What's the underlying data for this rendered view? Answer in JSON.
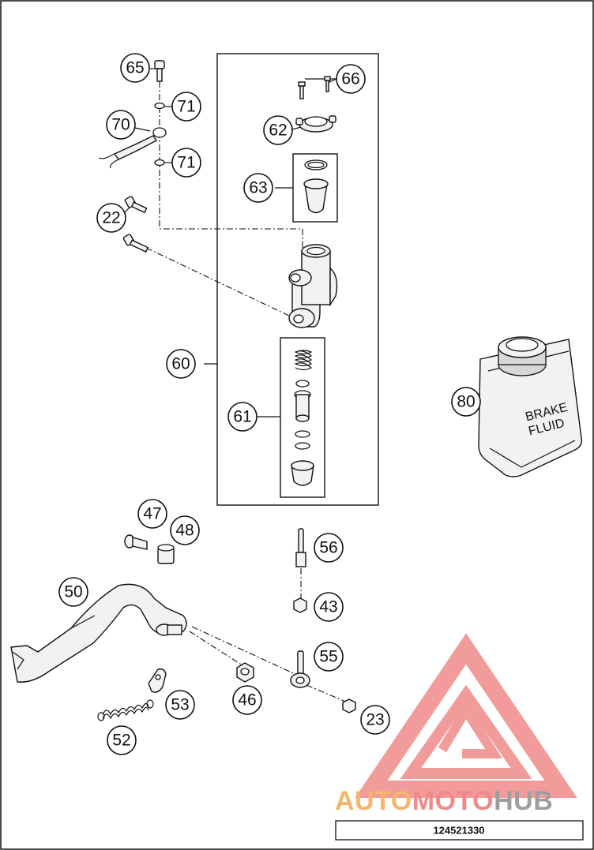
{
  "callouts": {
    "c65": "65",
    "c66": "66",
    "c71a": "71",
    "c70": "70",
    "c62": "62",
    "c71b": "71",
    "c63": "63",
    "c22": "22",
    "c60": "60",
    "c80": "80",
    "c61": "61",
    "c47": "47",
    "c48": "48",
    "c56": "56",
    "c50": "50",
    "c43": "43",
    "c55": "55",
    "c53": "53",
    "c46": "46",
    "c23": "23",
    "c52": "52"
  },
  "bottle": {
    "line1": "BRAKE",
    "line2": "FLUID"
  },
  "watermark": {
    "part1": "AUTO",
    "part2": "MOTO",
    "part3": "HUB"
  },
  "drawing_number": "124521330",
  "colors": {
    "line": "#111111",
    "wm_red": "#f08a8a",
    "wm_orange": "#f5b56a",
    "wm_gray": "#9e9e9e"
  }
}
